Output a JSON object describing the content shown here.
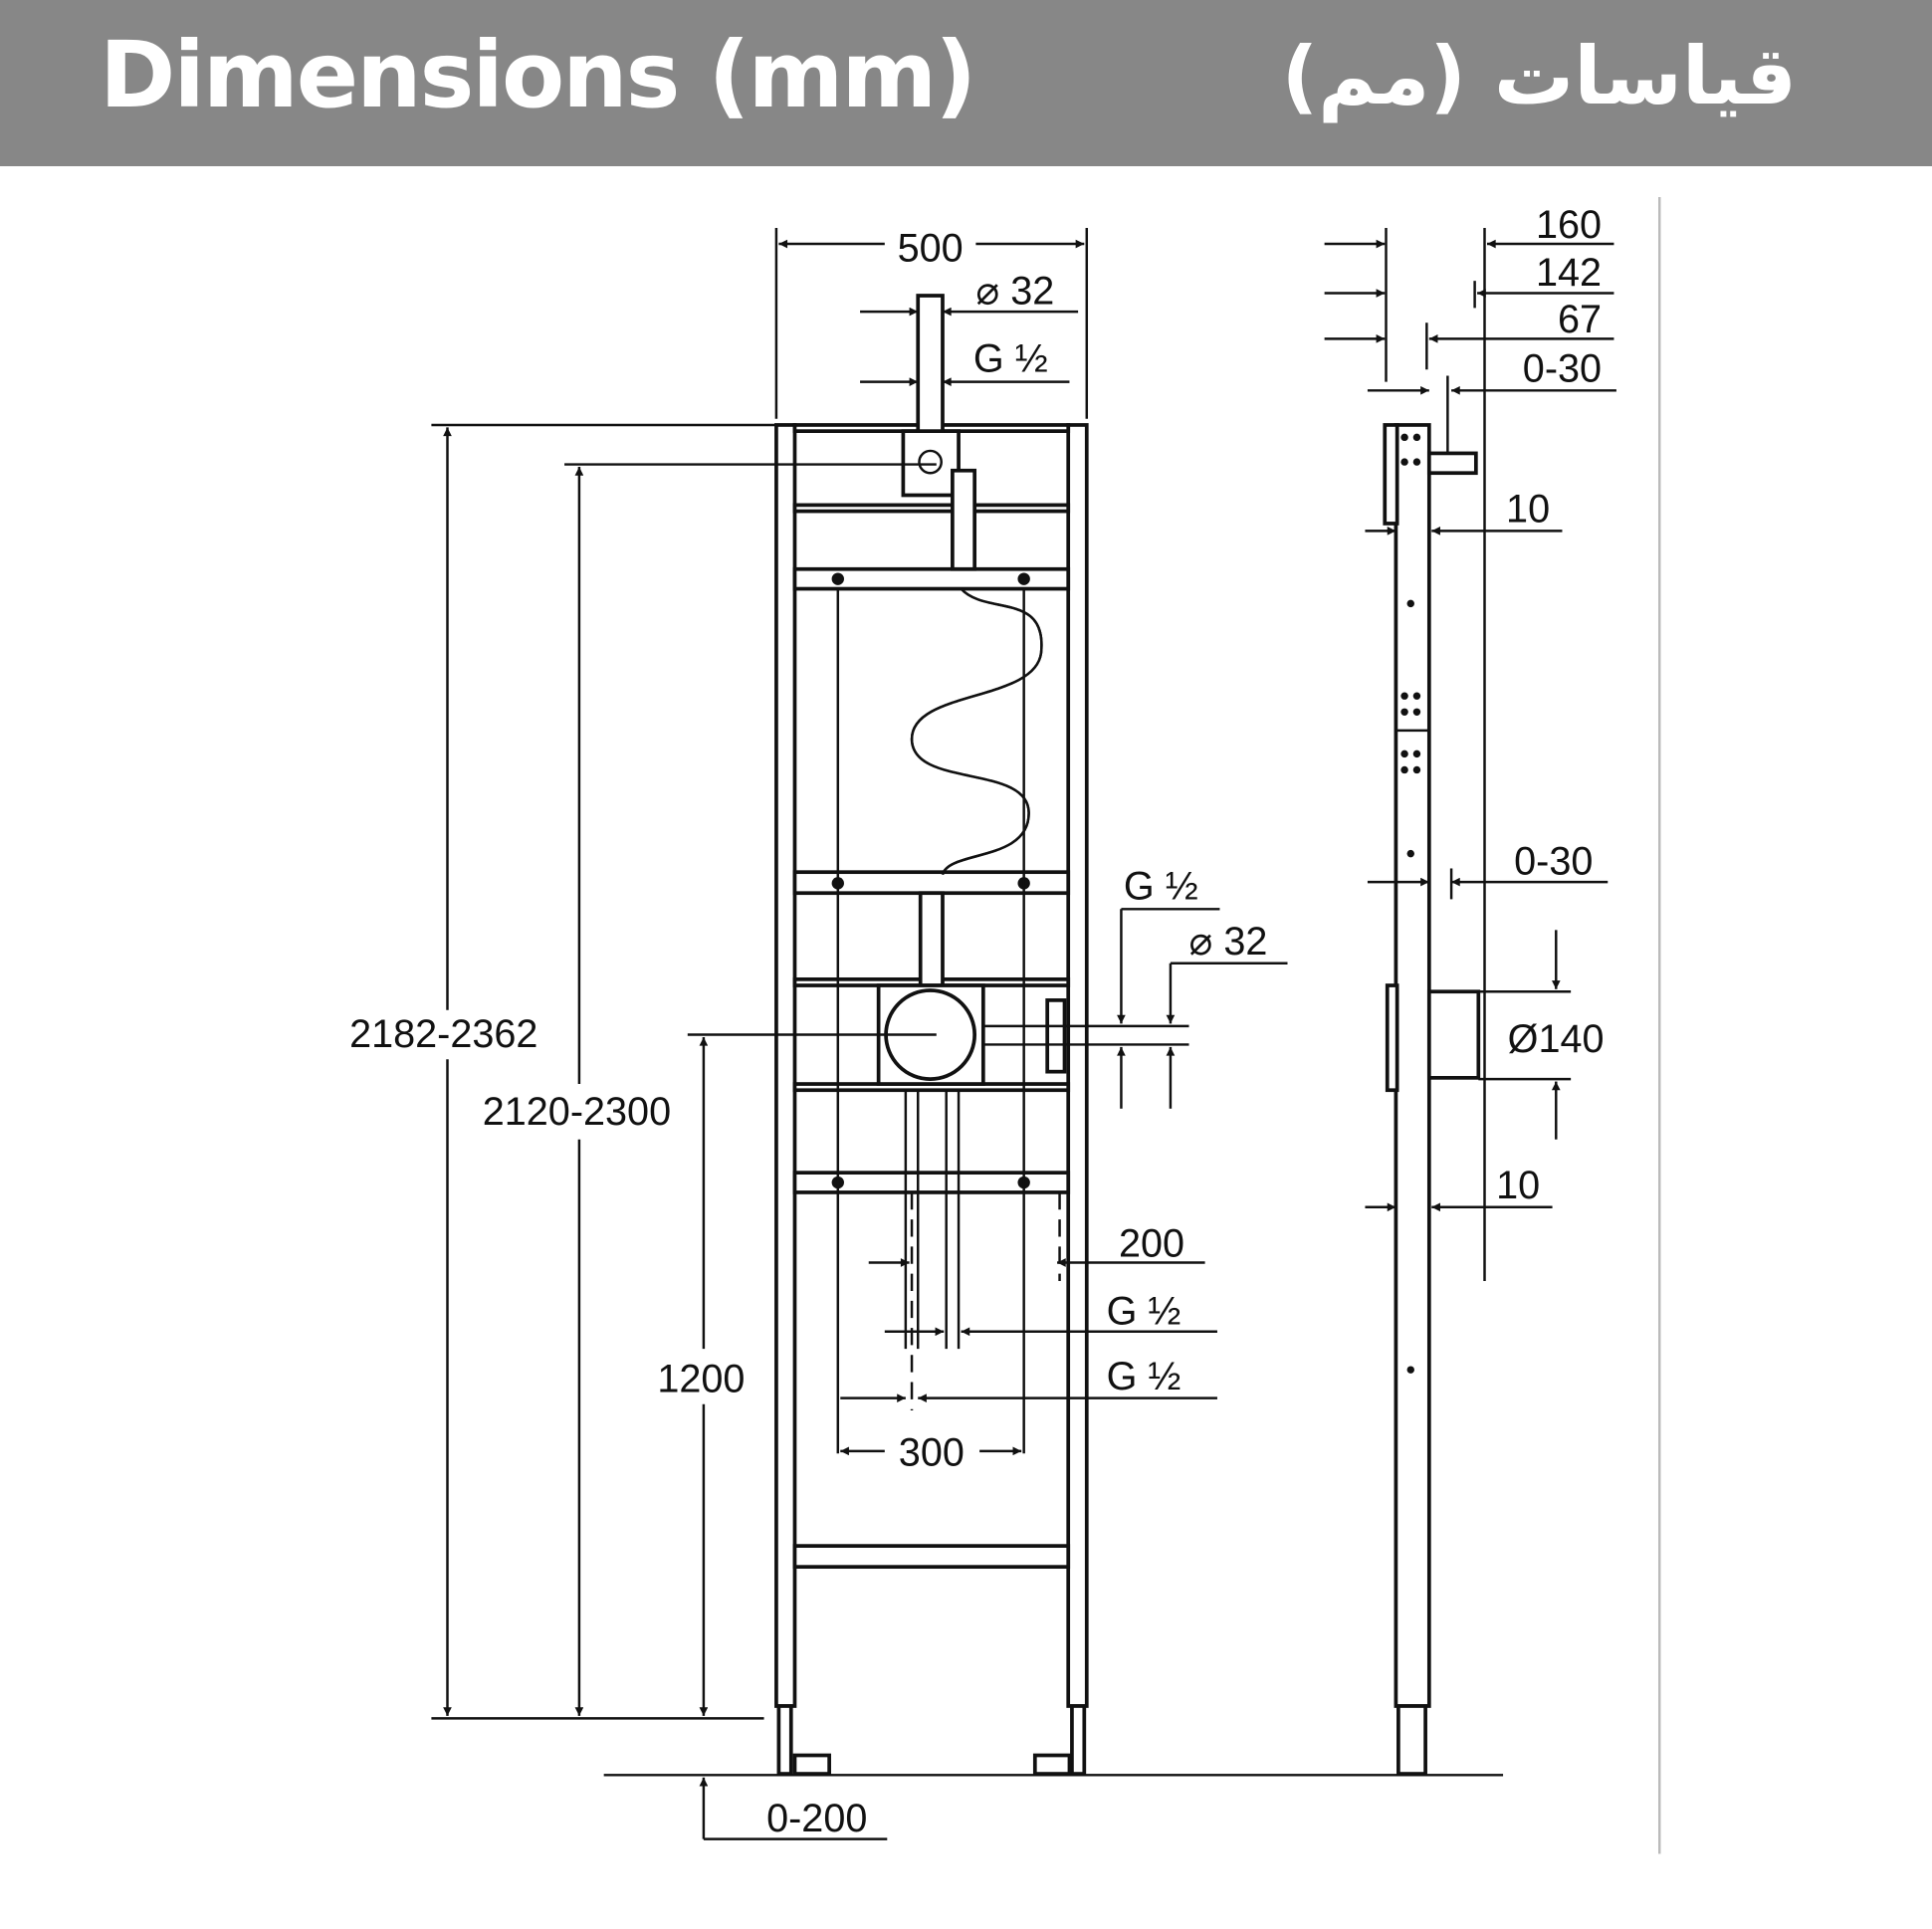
{
  "header": {
    "title_en": "Dimensions (mm)",
    "title_ar": "قياسات (مم)",
    "background": "#878787"
  },
  "front_view": {
    "width": "500",
    "pipe_dia_top": "⌀ 32",
    "thread_top": "G ½",
    "height_total": "2182-2362",
    "height_frame": "2120-2300",
    "height_outlet": "1200",
    "floor_adjust": "0-200",
    "thread_side": "G ½",
    "pipe_dia_side": "⌀ 32",
    "offset_200": "200",
    "thread_bottom_1": "G ½",
    "thread_bottom_2": "G ½",
    "spacing_300": "300"
  },
  "side_view": {
    "d160": "160",
    "d142": "142",
    "d67": "67",
    "d0_30_top": "0-30",
    "d10_top": "10",
    "d0_30_mid": "0-30",
    "d140": "Ø140",
    "d10_bottom": "10"
  }
}
